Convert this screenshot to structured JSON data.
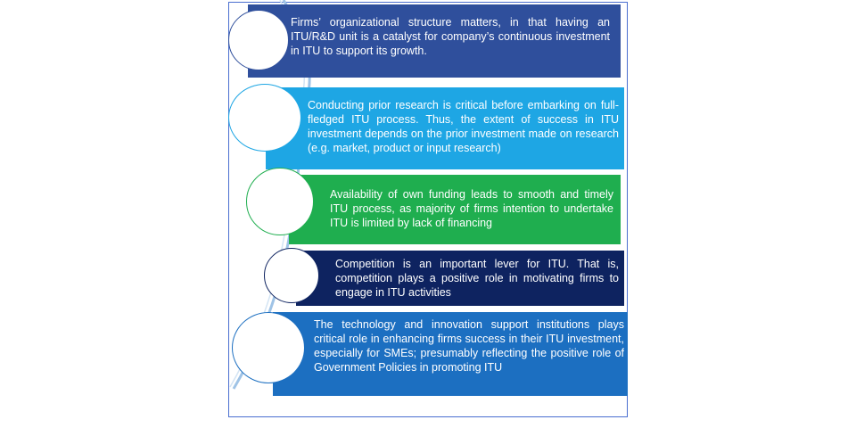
{
  "diagram": {
    "items": [
      {
        "text": "Firms’ organizational structure matters, in that having an ITU/R&D unit is a catalyst for company’s continuous investment in ITU to support its growth.",
        "color": "#2f4f9c"
      },
      {
        "text": "Conducting prior research is critical before embarking on full-fledged ITU process. Thus, the extent of success in ITU investment depends on the prior investment made on research (e.g. market, product or input research)",
        "color": "#1ea6e4"
      },
      {
        "text": "Availability of own funding leads to smooth and timely ITU process, as majority of firms intention to undertake ITU is limited by lack of financing",
        "color": "#1fae4f"
      },
      {
        "text": "Competition is an important lever for ITU. That is, competition plays a positive role in motivating firms to engage in ITU activities",
        "color": "#0e2360"
      },
      {
        "text": "The technology and innovation support institutions plays critical role in enhancing firms success in their ITU investment, especially for SMEs; presumably reflecting the positive role of Government Policies in promoting ITU",
        "color": "#1c6fc1"
      }
    ]
  }
}
